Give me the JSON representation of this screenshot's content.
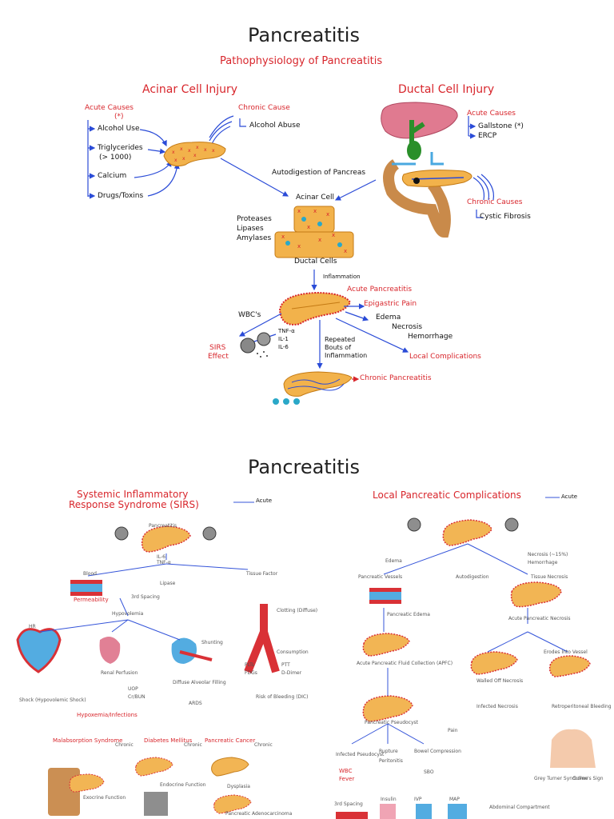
{
  "panel1": {
    "title": "Pancreatitis",
    "subtitle": "Pathophysiology of Pancreatitis",
    "acinar_header": "Acinar Cell Injury",
    "ductal_header": "Ductal Cell Injury",
    "acute_causes_label": "Acute Causes",
    "acute_causes_star": "(*)",
    "acute_causes": [
      "Alcohol Use",
      "Triglycerides",
      "(> 1000)",
      "Calcium",
      "Drugs/Toxins"
    ],
    "chronic_cause_label": "Chronic Cause",
    "chronic_cause": "Alcohol Abuse",
    "ductal_acute_label": "Acute Causes",
    "ductal_acute": [
      "Gallstone (*)",
      "ERCP"
    ],
    "ductal_chronic_label": "Chronic Causes",
    "ductal_chronic": "Cystic Fibrosis",
    "autodigestion": "Autodigestion of Pancreas",
    "acinar_cell": "Acinar Cell",
    "enzymes": [
      "Proteases",
      "Lipases",
      "Amylases"
    ],
    "ductal_cells": "Ductal Cells",
    "inflammation": "Inflammation",
    "acute_pancreatitis": "Acute Pancreatitis",
    "epigastric_pain": "Epigastric Pain",
    "wbcs": "WBC's",
    "cytokines": [
      "TNF-α",
      "IL-1",
      "IL-6"
    ],
    "local_effects": [
      "Edema",
      "Necrosis",
      "Hemorrhage"
    ],
    "sirs_effect": [
      "SIRS",
      "Effect"
    ],
    "local_complications": "Local Complications",
    "repeated_bouts": [
      "Repeated",
      "Bouts of",
      "Inflammation"
    ],
    "chronic_pancreatitis": "Chronic Pancreatitis"
  },
  "panel2": {
    "title": "Pancreatitis",
    "sirs_header": [
      "Systemic Inflammatory",
      "Response Syndrome (SIRS)"
    ],
    "sirs_acute": "Acute",
    "local_header": "Local Pancreatic Complications",
    "local_acute": "Acute",
    "sirs_labels": [
      "Pancreatitis",
      "IL-6",
      "TNF-α",
      "Lipase",
      "Blood",
      "Permeability",
      "3rd Spacing",
      "Hypovolemia",
      "Tissue Factor",
      "Clotting (Diffuse)",
      "Consumption",
      "PLTs",
      "FDGs",
      "PTT",
      "D-Dimer",
      "HR",
      "Shock (Hypovolemic Shock)",
      "Hypoxemia/Infections",
      "Renal Perfusion",
      "UOP",
      "Cr/BUN",
      "Diffuse Alveolar Filling",
      "ARDS",
      "Shunting",
      "Risk of Bleeding (DIC)"
    ],
    "local_labels": [
      "Edema",
      "Autodigestion",
      "Tissue Necrosis",
      "Necrosis (~15%)",
      "Hemorrhage",
      "Pancreatic Vessels",
      "Pancreatic Edema",
      "Acute Pancreatic Necrosis",
      "Acute Pancreatic Fluid Collection (APFC)",
      "Walled Off Necrosis",
      "Erodes Into Vessel",
      "Pancreatic Pseudocyst",
      "Rupture",
      "Peritonitis",
      "Bowel Compression",
      "SBO",
      "Pain",
      "Infected Pseudocyst",
      "WBC",
      "Fever",
      "Infected Necrosis",
      "Retroperitoneal Bleeding",
      "Grey Turner Syndrome",
      "Cullen's Sign"
    ],
    "bottom_labels": [
      "Malabsorption Syndrome",
      "Chronic",
      "Diabetes Mellitus",
      "Chronic",
      "Pancreatic Cancer",
      "Chronic",
      "Exocrine Function",
      "Endocrine Function",
      "Dysplasia",
      "Pancreatic Adenocarcinoma",
      "3rd Spacing",
      "Insulin",
      "IVP",
      "MAP",
      "Abdominal Compartment"
    ]
  },
  "colors": {
    "pancreas": "#f2b24b",
    "red": "#d8262c",
    "blue_arrow": "#2a4bd7",
    "liver": "#e07a90",
    "duodenum": "#c98a4a",
    "bile": "#2a8f2a"
  }
}
